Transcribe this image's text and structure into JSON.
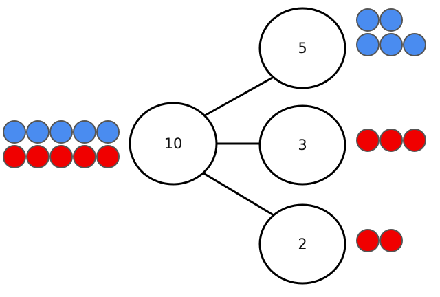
{
  "colors": {
    "blue": "#4a8cf0",
    "red": "#f00000",
    "stroke": "#000000",
    "counter_outline": "#555555",
    "node_fill": "#ffffff"
  },
  "bond": {
    "whole": {
      "label": "10",
      "counters": [
        "blue",
        "blue",
        "blue",
        "blue",
        "blue",
        "red",
        "red",
        "red",
        "red",
        "red"
      ]
    },
    "parts": [
      {
        "label": "5",
        "counters": [
          "blue",
          "blue",
          "blue",
          "blue",
          "blue"
        ]
      },
      {
        "label": "3",
        "counters": [
          "red",
          "red",
          "red"
        ]
      },
      {
        "label": "2",
        "counters": [
          "red",
          "red"
        ]
      }
    ]
  }
}
